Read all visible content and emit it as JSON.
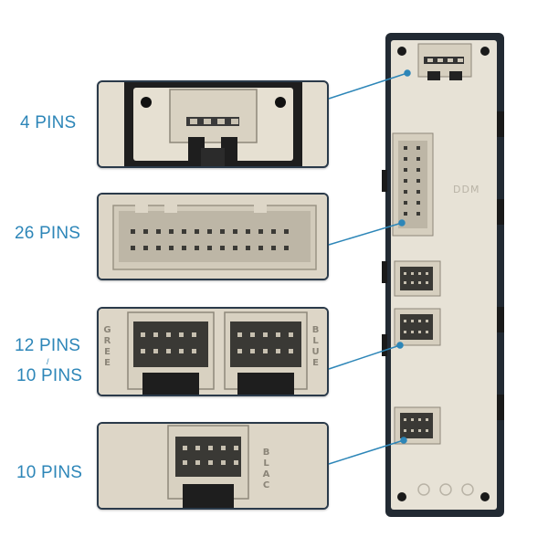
{
  "labels": {
    "four_pins": "4 PINS",
    "twenty_six_pins": "26 PINS",
    "twelve_pins": "12 PINS",
    "slash": "/",
    "ten_pins_a": "10 PINS",
    "ten_pins_b": "10 PINS"
  },
  "connector_marks": {
    "green": "GREE",
    "blue": "BLUE",
    "black": "BLAC"
  },
  "module_text": {
    "brand": "DDM"
  },
  "colors": {
    "accent_blue": "#2d86b8",
    "housing_beige": "#e4ded0",
    "frame_dark": "#222a33"
  }
}
